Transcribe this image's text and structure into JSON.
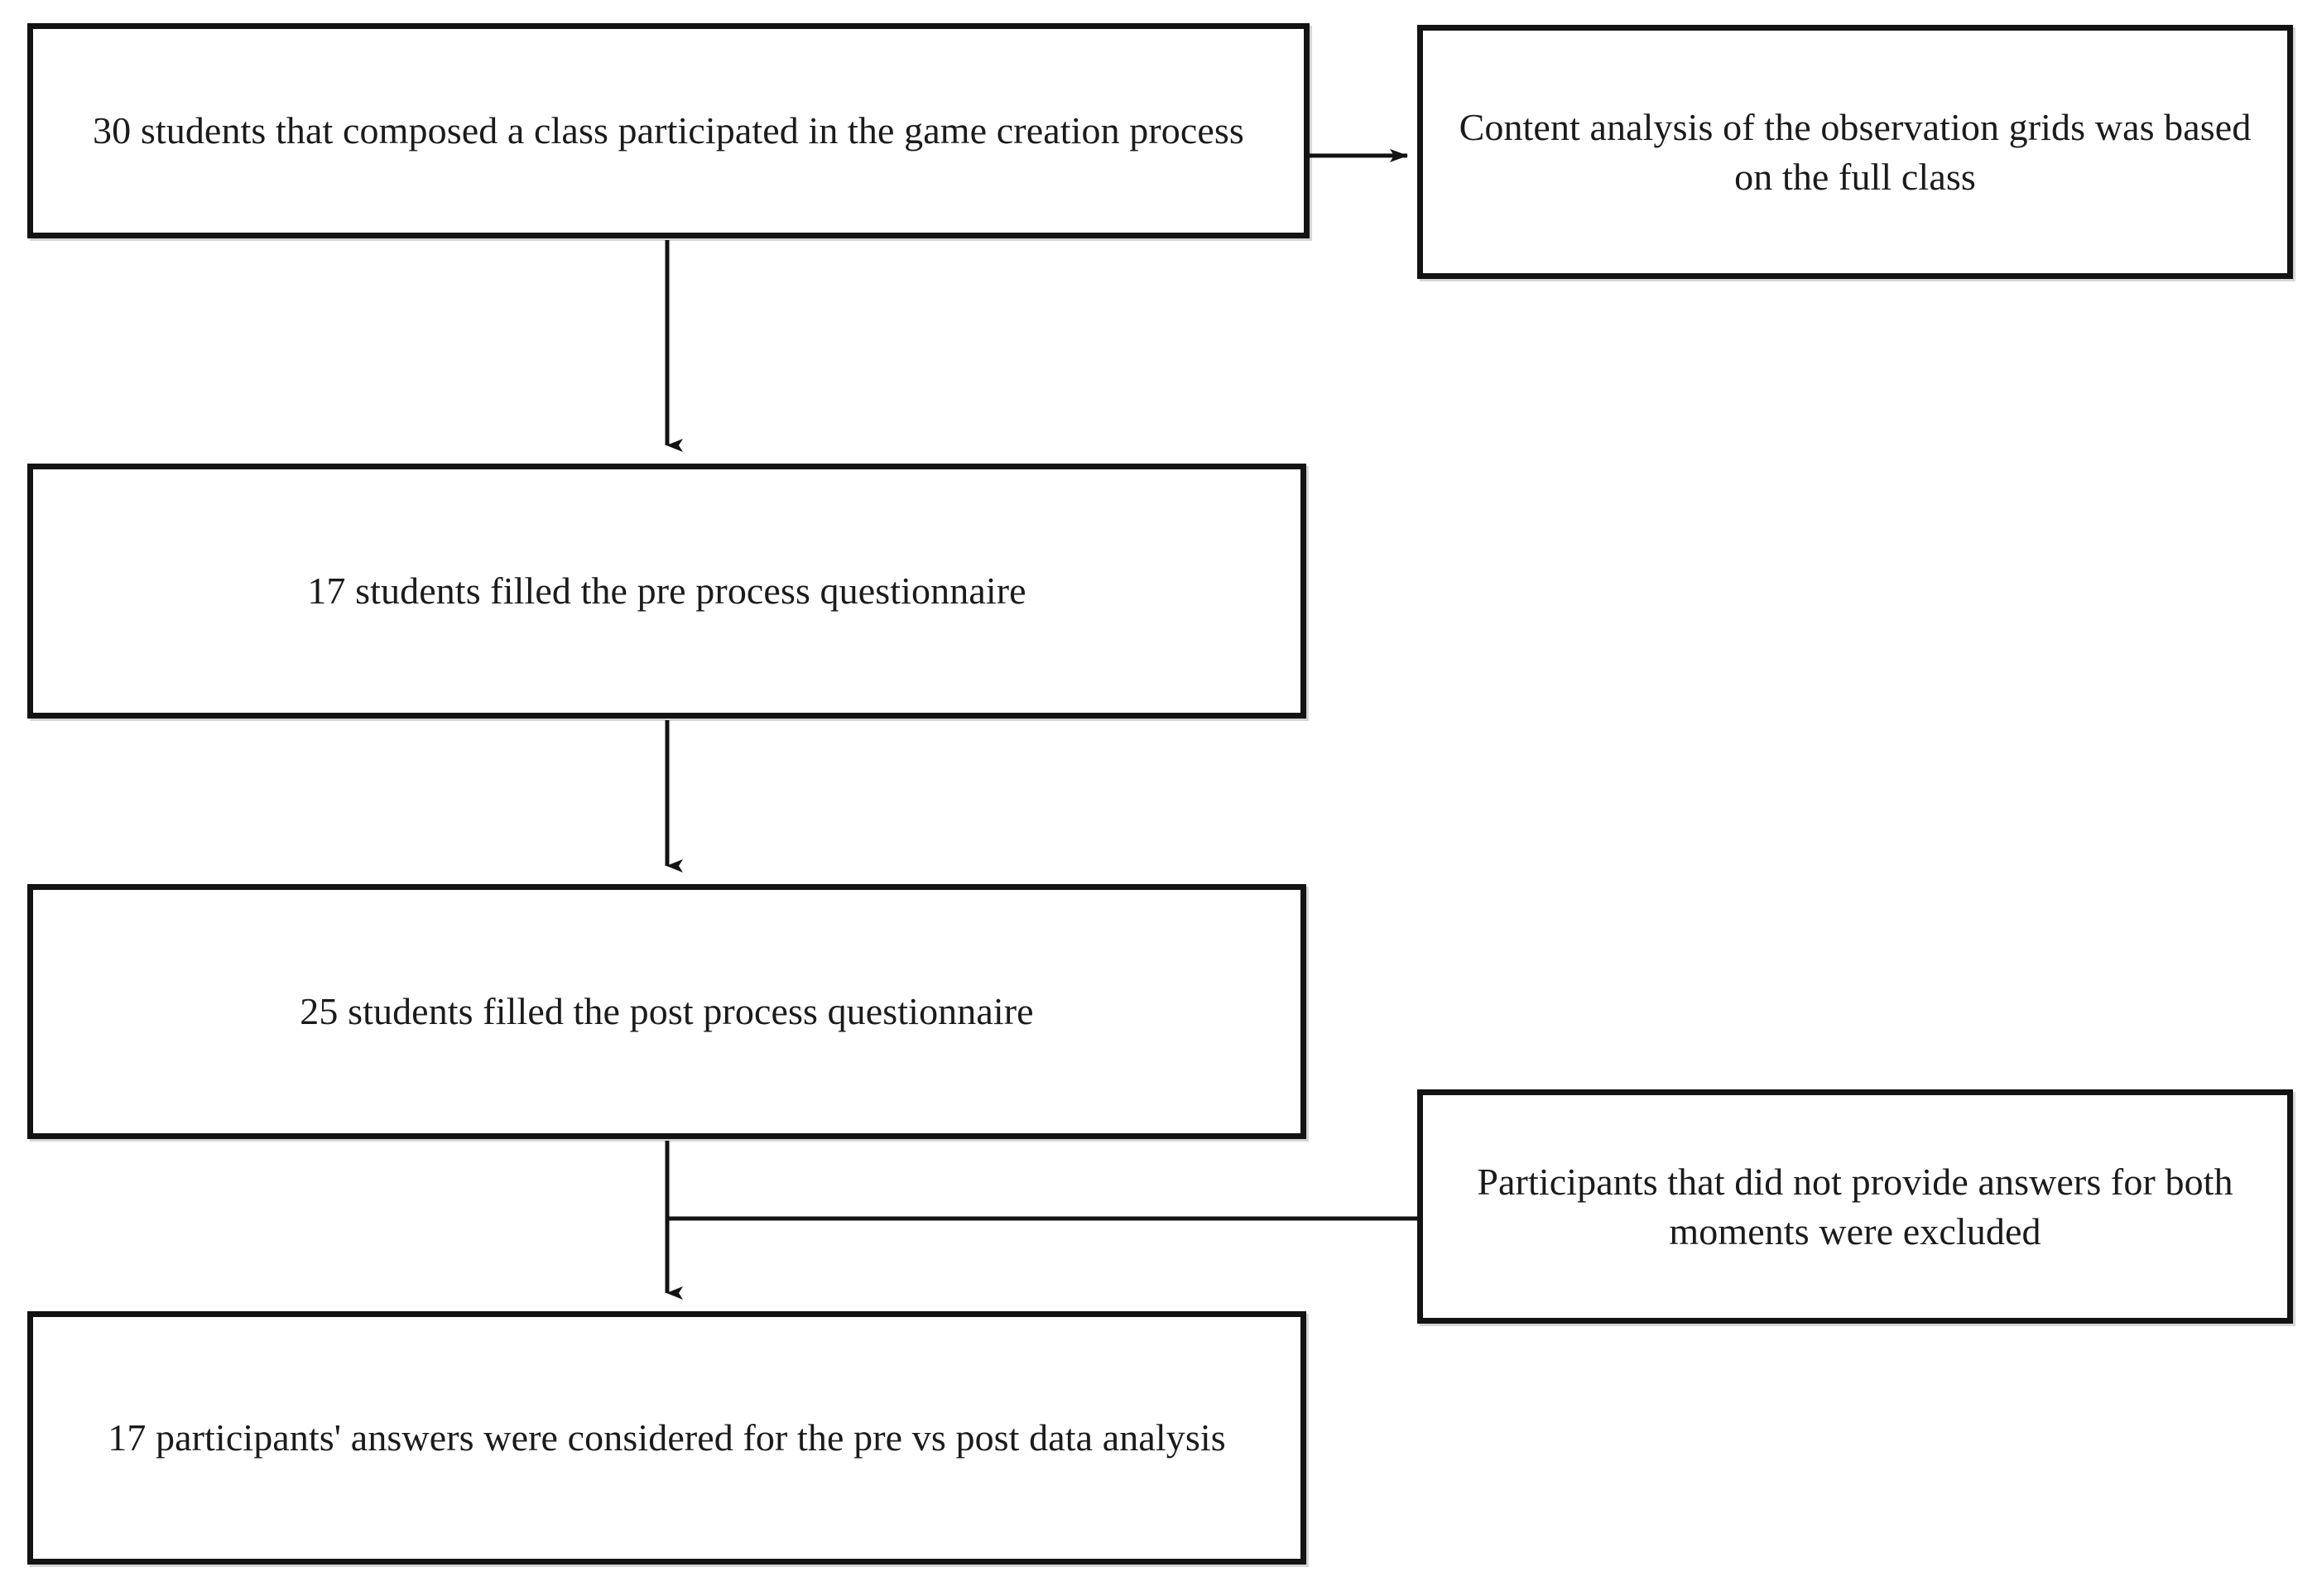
{
  "diagram": {
    "type": "flowchart",
    "orientation": "top-to-bottom",
    "background_color": "#ffffff",
    "line_color": "#131313",
    "text_color": "#1b1b1b",
    "nodes": [
      {
        "id": "participants",
        "label": "30 students that composed a class participated in the game creation process",
        "shape": "rectangle"
      },
      {
        "id": "content_analysis",
        "label": "Content analysis of the observation grids was based on the full class",
        "shape": "rectangle"
      },
      {
        "id": "pre_questionnaire",
        "label": "17 students filled the pre process questionnaire",
        "shape": "rectangle"
      },
      {
        "id": "post_questionnaire",
        "label": "25 students filled the post process questionnaire",
        "shape": "rectangle"
      },
      {
        "id": "excluded",
        "label": "Participants that did not provide answers for both moments were excluded",
        "shape": "rectangle"
      },
      {
        "id": "final_sample",
        "label": "17 participants' answers were considered for the pre vs post data analysis",
        "shape": "rectangle"
      }
    ],
    "edges": [
      {
        "from": "participants",
        "to": "content_analysis",
        "style": "arrow",
        "direction": "right"
      },
      {
        "from": "participants",
        "to": "pre_questionnaire",
        "style": "arrow",
        "direction": "down"
      },
      {
        "from": "pre_questionnaire",
        "to": "post_questionnaire",
        "style": "arrow",
        "direction": "down"
      },
      {
        "from": "post_questionnaire",
        "to": "final_sample",
        "style": "arrow",
        "direction": "down"
      },
      {
        "from": "excluded",
        "to": "post_to_final_connector",
        "style": "line",
        "direction": "left"
      }
    ]
  }
}
